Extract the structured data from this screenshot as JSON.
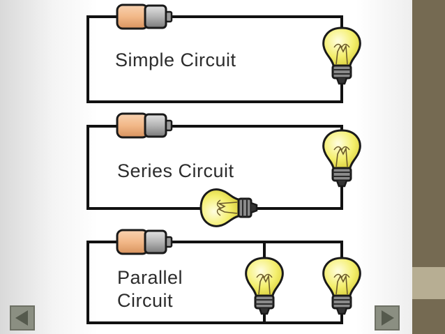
{
  "labels": {
    "simple": "Simple Circuit",
    "series": "Series Circuit",
    "parallel_line1": "Parallel",
    "parallel_line2": "Circuit"
  },
  "colors": {
    "wire": "#111111",
    "battery_body": "#f2b888",
    "battery_cap": "#b4b4b4",
    "bulb_glass": "#f4ef6e",
    "bulb_base": "#555555",
    "side_strip": "#756a52",
    "side_block": "#b7ae93",
    "nav_button": "#8b8f82",
    "nav_arrow": "#555a4d"
  },
  "icons": {
    "previous": "triangle-left-icon",
    "next": "triangle-right-icon",
    "battery": "battery-icon",
    "bulb": "light-bulb-icon"
  }
}
